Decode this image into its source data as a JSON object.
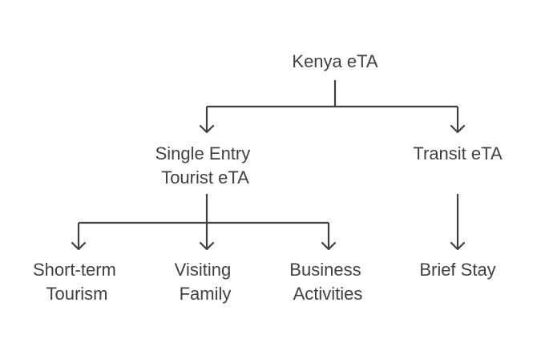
{
  "diagram": {
    "root": {
      "label": "Kenya eTA"
    },
    "level1": [
      {
        "label_lines": [
          "Single Entry",
          "Tourist eTA"
        ]
      },
      {
        "label_lines": [
          "Transit eTA"
        ]
      }
    ],
    "level2": [
      {
        "label_lines": [
          "Short-term",
          "Tourism"
        ]
      },
      {
        "label_lines": [
          "Visiting",
          "Family"
        ]
      },
      {
        "label_lines": [
          "Business",
          "Activities"
        ]
      },
      {
        "label_lines": [
          "Brief Stay"
        ]
      }
    ]
  },
  "colors": {
    "line": "#404040",
    "text": "#404040",
    "background": "#ffffff"
  }
}
